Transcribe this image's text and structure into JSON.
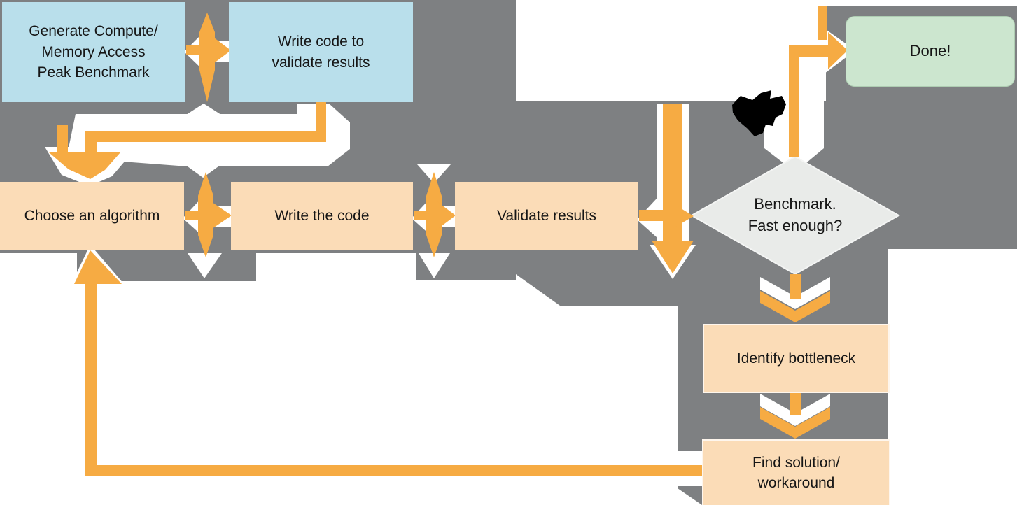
{
  "diagram": {
    "type": "flowchart",
    "nodes": {
      "generate_benchmark": {
        "shape": "rectangle",
        "color": "#b9dfeb",
        "lines": [
          "Generate Compute/",
          "Memory Access",
          "Peak Benchmark"
        ]
      },
      "write_validation_code": {
        "shape": "rectangle",
        "color": "#b9dfeb",
        "lines": [
          "Write code to",
          "validate results"
        ]
      },
      "choose_algorithm": {
        "shape": "rectangle",
        "color": "#fbdcb7",
        "label": "Choose an algorithm"
      },
      "write_code": {
        "shape": "rectangle",
        "color": "#fbdcb7",
        "label": "Write the code"
      },
      "validate_results": {
        "shape": "rectangle",
        "color": "#fbdcb7",
        "label": "Validate results"
      },
      "benchmark_decision": {
        "shape": "diamond",
        "color": "#e9ebe9",
        "lines": [
          "Benchmark.",
          "Fast enough?"
        ]
      },
      "done": {
        "shape": "rounded-rectangle",
        "color": "#cce6cf",
        "label": "Done!"
      },
      "identify_bottleneck": {
        "shape": "rectangle",
        "color": "#fbdcb7",
        "label": "Identify bottleneck"
      },
      "find_solution": {
        "shape": "rectangle",
        "color": "#fbdcb7",
        "lines": [
          "Find solution/",
          "workaround"
        ]
      }
    },
    "edges": [
      {
        "from": "generate_benchmark",
        "to": "write_validation_code",
        "style": "double-arrow"
      },
      {
        "from": "write_validation_code",
        "to": "choose_algorithm",
        "style": "wrap-around-down"
      },
      {
        "from": "choose_algorithm",
        "to": "write_code",
        "style": "double-arrow"
      },
      {
        "from": "write_code",
        "to": "validate_results",
        "style": "double-arrow"
      },
      {
        "from": "validate_results",
        "to": "benchmark_decision",
        "style": "double-arrow"
      },
      {
        "from": "write_validation_code",
        "to": "benchmark_decision",
        "style": "vertical-drop"
      },
      {
        "from": "benchmark_decision",
        "to": "done",
        "style": "up-then-right"
      },
      {
        "from": "benchmark_decision",
        "to": "identify_bottleneck",
        "style": "down-chevron"
      },
      {
        "from": "identify_bottleneck",
        "to": "find_solution",
        "style": "down-chevron"
      },
      {
        "from": "find_solution",
        "to": "choose_algorithm",
        "style": "long-loop-left-up"
      }
    ],
    "annotations": {
      "pen_mark": "black ink scribble near arrow to Done"
    },
    "colors": {
      "background_gray": "#7e8082",
      "background_white": "#ffffff",
      "arrow_orange": "#f6ab43",
      "arrow_outline": "#ffffff",
      "node_blue": "#b9dfeb",
      "node_peach": "#fbdcb7",
      "node_green": "#cce6cf",
      "decision_gray": "#e9ebe9",
      "text": "#161616",
      "pen_mark_black": "#000000"
    }
  }
}
